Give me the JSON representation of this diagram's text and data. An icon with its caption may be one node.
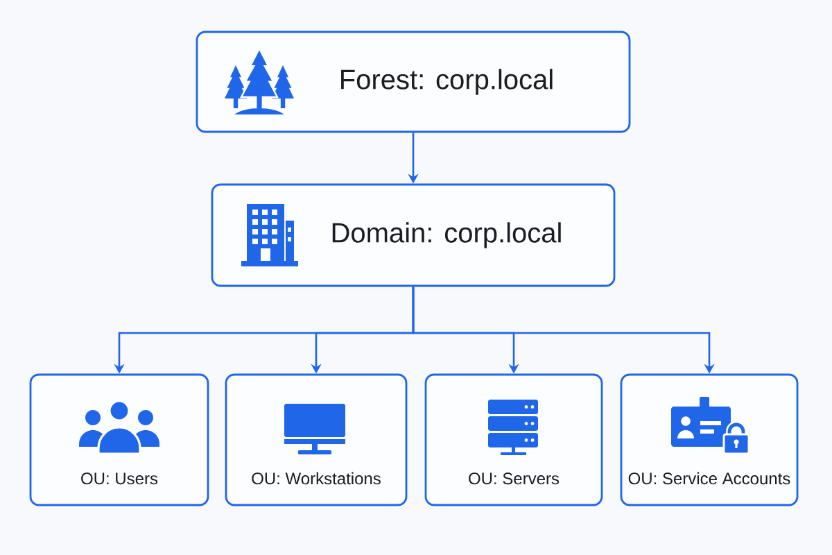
{
  "diagram": {
    "nodes": [
      {
        "text": [
          "Forest: corp.local"
        ]
      },
      {
        "text": [
          "Domain: corp.local"
        ]
      },
      {
        "text": [
          "OU: Users"
        ]
      },
      {
        "text": [
          "OU: Workstations"
        ]
      },
      {
        "text": [
          "OU: Servers"
        ]
      },
      {
        "text": [
          "OU: Service Accounts"
        ]
      }
    ],
    "edges": [
      {
        "from": 0,
        "to": 1,
        "arrow": "to"
      },
      {
        "from": 1,
        "to": 2,
        "arrow": "to"
      },
      {
        "from": 1,
        "to": 3,
        "arrow": "to"
      },
      {
        "from": 1,
        "to": 4,
        "arrow": "to"
      },
      {
        "from": 1,
        "to": 5,
        "arrow": "to"
      }
    ]
  }
}
